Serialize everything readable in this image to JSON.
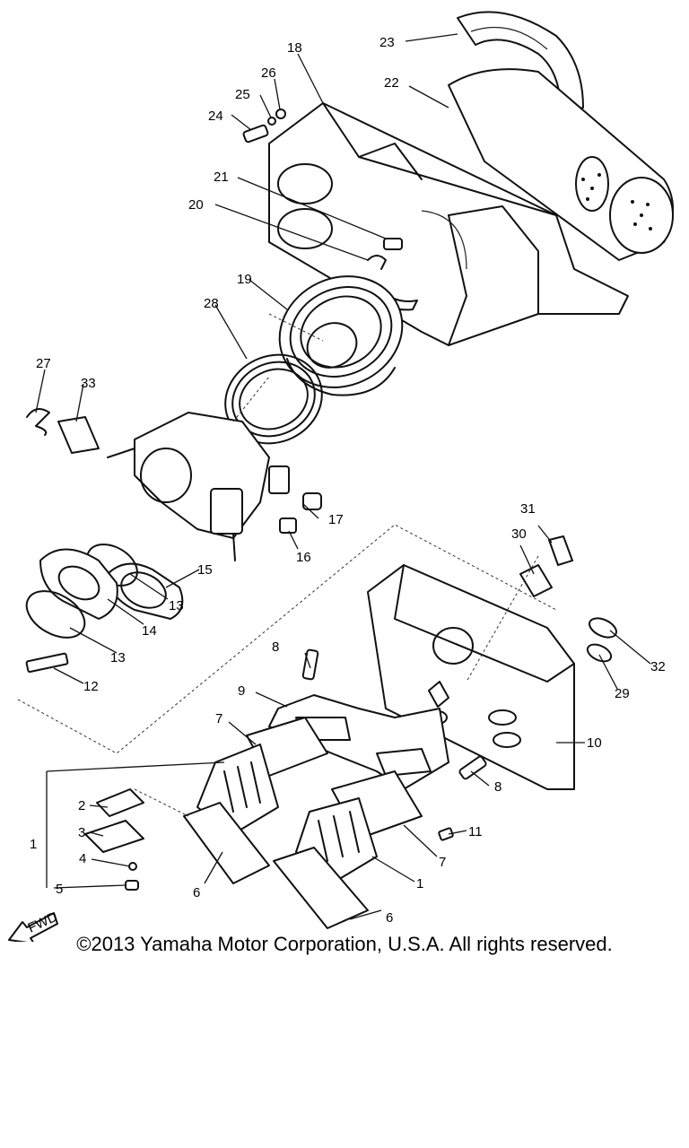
{
  "callouts": [
    "1",
    "2",
    "3",
    "4",
    "5",
    "6",
    "7",
    "8",
    "9",
    "10",
    "11",
    "12",
    "13",
    "14",
    "15",
    "16",
    "17",
    "18",
    "19",
    "20",
    "21",
    "22",
    "23",
    "24",
    "25",
    "26",
    "27",
    "28",
    "29",
    "30",
    "31",
    "32",
    "33"
  ],
  "fwd_label": "FWD",
  "copyright": "©2013 Yamaha Motor Corporation, U.S.A. All rights reserved."
}
